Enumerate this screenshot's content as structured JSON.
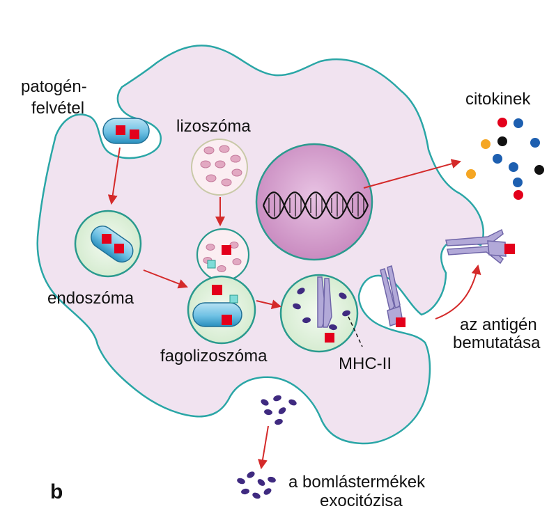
{
  "labels": {
    "pathogen_uptake_1": "patogén-",
    "pathogen_uptake_2": "felvétel",
    "lysosome": "lizoszóma",
    "endosome": "endoszóma",
    "phagolysosome": "fagolizoszóma",
    "mhc": "MHC-II",
    "cytokines": "citokinek",
    "antigen_presentation_1": "az antigén",
    "antigen_presentation_2": "bemutatása",
    "exocytosis_1": "a bomlástermékek",
    "exocytosis_2": "exocitózisa",
    "panel": "b"
  },
  "colors": {
    "cell_fill": "#f1e3f0",
    "cell_stroke": "#2aa6a6",
    "vesicle_fill": "#e2f1df",
    "vesicle_stroke": "#2a9a8e",
    "nucleus_fill": "#d6a3d0",
    "arrow": "#d42a2a",
    "antigen": "#e3001b",
    "bacterium": "#74c6e6",
    "receptor": "#a9a0d2",
    "debris": "#3f2a80",
    "lysosome_granule": "#e2a9c2"
  },
  "icons": [
    "bacterium-icon",
    "dna-helix-icon",
    "mhc-receptor-icon",
    "cytokine-icon",
    "debris-particle-icon"
  ]
}
